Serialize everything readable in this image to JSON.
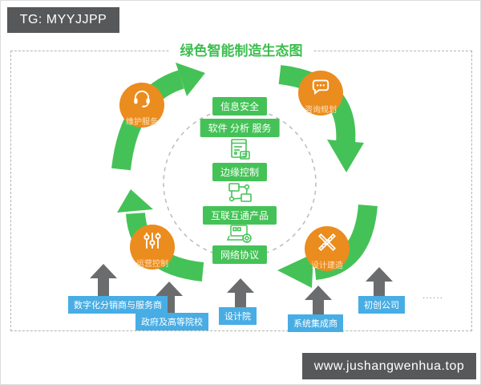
{
  "watermark_top": {
    "text": "TG: MYYJJPP"
  },
  "watermark_bottom": {
    "text": "www.jushangwenhua.top"
  },
  "diagram": {
    "title": "绿色智能制造生态图",
    "center_column": {
      "items": [
        {
          "label": "信息安全"
        },
        {
          "label": "软件 分析 服务"
        },
        {
          "label": "边缘控制"
        },
        {
          "label": "互联互通产品"
        },
        {
          "label": "网络协议"
        }
      ],
      "icons": [
        "document-spec-icon",
        "network-nodes-icon",
        "laptop-gear-icon"
      ]
    },
    "cycle_nodes": [
      {
        "label": "维护服务",
        "icon": "headset-icon",
        "position": "top-left"
      },
      {
        "label": "咨询规划",
        "icon": "chat-bubble-icon",
        "position": "top-right"
      },
      {
        "label": "运营控制",
        "icon": "sliders-icon",
        "position": "bottom-left"
      },
      {
        "label": "设计建造",
        "icon": "pencil-ruler-icon",
        "position": "bottom-right"
      }
    ],
    "bottom_entities": [
      {
        "label": "数字化分销商与服务商"
      },
      {
        "label": "政府及高等院校"
      },
      {
        "label": "设计院"
      },
      {
        "label": "系统集成商"
      },
      {
        "label": "初创公司"
      },
      {
        "label": "......"
      }
    ]
  },
  "colors": {
    "green": "#45c257",
    "orange": "#eb8c1e",
    "blue": "#48ade4",
    "gray_arrow": "#6b6c6e",
    "dark_bar": "#57585a"
  }
}
